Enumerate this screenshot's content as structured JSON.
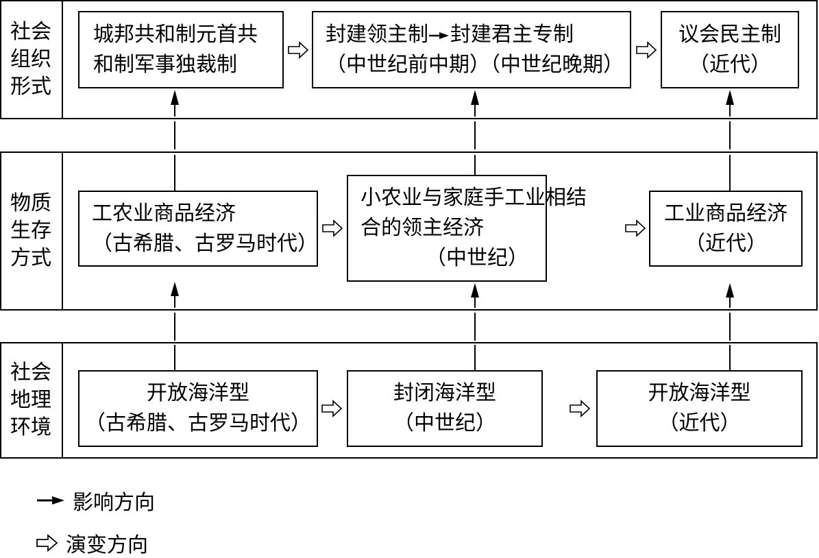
{
  "rows": [
    {
      "label": "社会组织形式",
      "label_lines": [
        "社会",
        "组织",
        "形式"
      ],
      "boxes": [
        {
          "lines": [
            "城邦共和制元首共",
            "和制军事独裁制"
          ]
        },
        {
          "line1_left": "封建领主制",
          "line1_right": "封建君主专制",
          "lines": [
            "（中世纪前中期）（中世纪晚期）"
          ]
        },
        {
          "lines": [
            "议会民主制",
            "（近代）"
          ]
        }
      ]
    },
    {
      "label": "物质生存方式",
      "label_lines": [
        "物质",
        "生存",
        "方式"
      ],
      "boxes": [
        {
          "lines": [
            "工农业商品经济",
            "（古希腊、古罗马时代）"
          ]
        },
        {
          "lines": [
            "小农业与家庭手工业相结",
            "合的领主经济",
            "（中世纪）"
          ]
        },
        {
          "lines": [
            "工业商品经济",
            "（近代）"
          ]
        }
      ]
    },
    {
      "label": "社会地理环境",
      "label_lines": [
        "社会",
        "地理",
        "环境"
      ],
      "boxes": [
        {
          "lines": [
            "开放海洋型",
            "（古希腊、古罗马时代）"
          ]
        },
        {
          "lines": [
            "封闭海洋型",
            "（中世纪）"
          ]
        },
        {
          "lines": [
            "开放海洋型",
            "（近代）"
          ]
        }
      ]
    }
  ],
  "legend": [
    {
      "icon": "solid-arrow-icon",
      "label": "影响方向"
    },
    {
      "icon": "hollow-arrow-icon",
      "label": "演变方向"
    }
  ]
}
